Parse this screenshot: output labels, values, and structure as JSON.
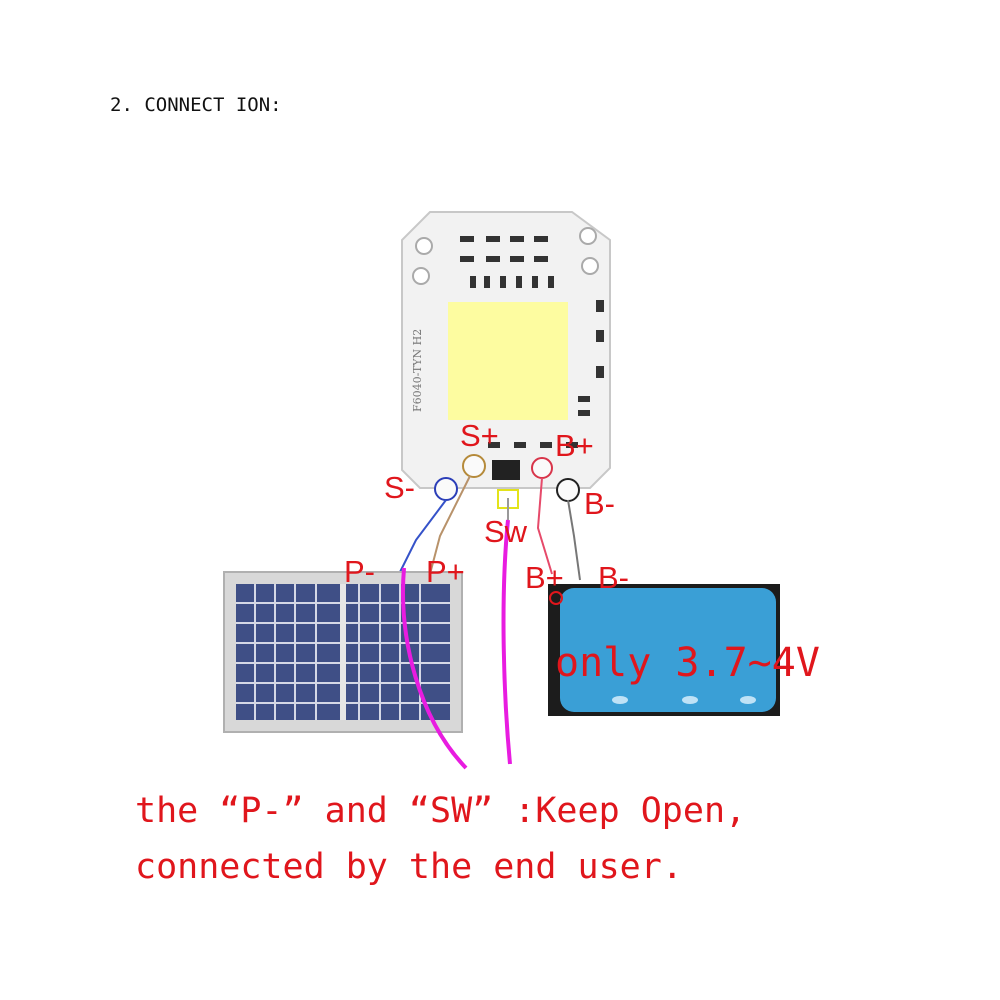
{
  "heading": "2. CONNECT ION:",
  "board": {
    "silkscreen": "F6040-TYN H2"
  },
  "terminals": {
    "s_plus": "S+",
    "s_minus": "S-",
    "b_plus": "B+",
    "b_minus": "B-",
    "sw": "Sw"
  },
  "wires": {
    "p_minus": "P-",
    "p_plus": "P+",
    "b_plus": "B+",
    "b_minus": "B-"
  },
  "battery": {
    "label": "only 3.7~4V",
    "color": "#3a9fd6"
  },
  "note": {
    "line1": "the “P-”  and  “SW” :Keep Open,",
    "line2": "connected by the end user."
  },
  "colors": {
    "annotation_red": "#e0161c",
    "led_yellow": "#fdfca0",
    "highlight_magenta": "#e81ce0"
  }
}
